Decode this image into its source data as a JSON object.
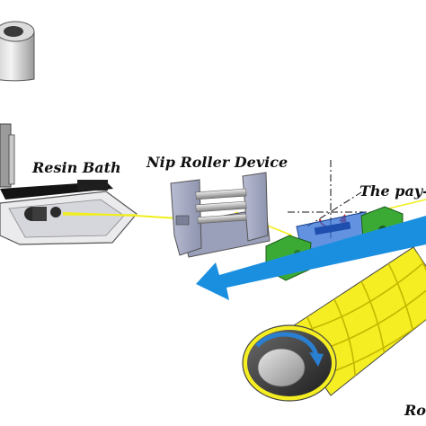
{
  "labels": {
    "resin_bath": "Resin Bath",
    "nip_roller_device": "Nip Roller Device",
    "pay_off": "The pay-",
    "roller": "Ro"
  },
  "colors": {
    "fiber": "#f1ee1a",
    "arrow_blue": "#1a8fe0",
    "device_gray": "#a8adc6",
    "payoff_green": "#3aaa35",
    "payoff_blue": "#2f6fd6",
    "mandrel_yellow": "#f4ee22",
    "mandrel_core": "#4a4a4a",
    "rotation_blue": "#2a7fd0"
  },
  "icons": {
    "spool": "spool-icon",
    "rotation": "rotation-arrow-icon",
    "feed": "feed-direction-arrow-icon"
  }
}
